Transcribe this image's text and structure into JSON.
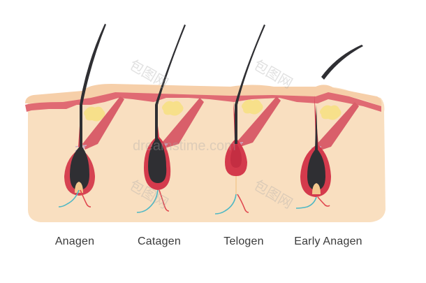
{
  "stages": [
    {
      "label": "Anagen"
    },
    {
      "label": "Catagen"
    },
    {
      "label": "Telogen"
    },
    {
      "label": "Early Anagen"
    }
  ],
  "watermark": {
    "text": "dreamstime.com",
    "icon_text": "包图网"
  },
  "colors": {
    "skin": "#f9dfc0",
    "epidermis_red": "#e06a73",
    "epidermis_top": "#f6cfa9",
    "hair": "#2f2f33",
    "follicle_red": "#d43a4c",
    "papilla": "#f3c88f",
    "muscle": "#d95f6a",
    "sebaceous": "#f7e08a",
    "nerve_teal": "#4fb8c4",
    "vessel_red": "#e0474f"
  }
}
